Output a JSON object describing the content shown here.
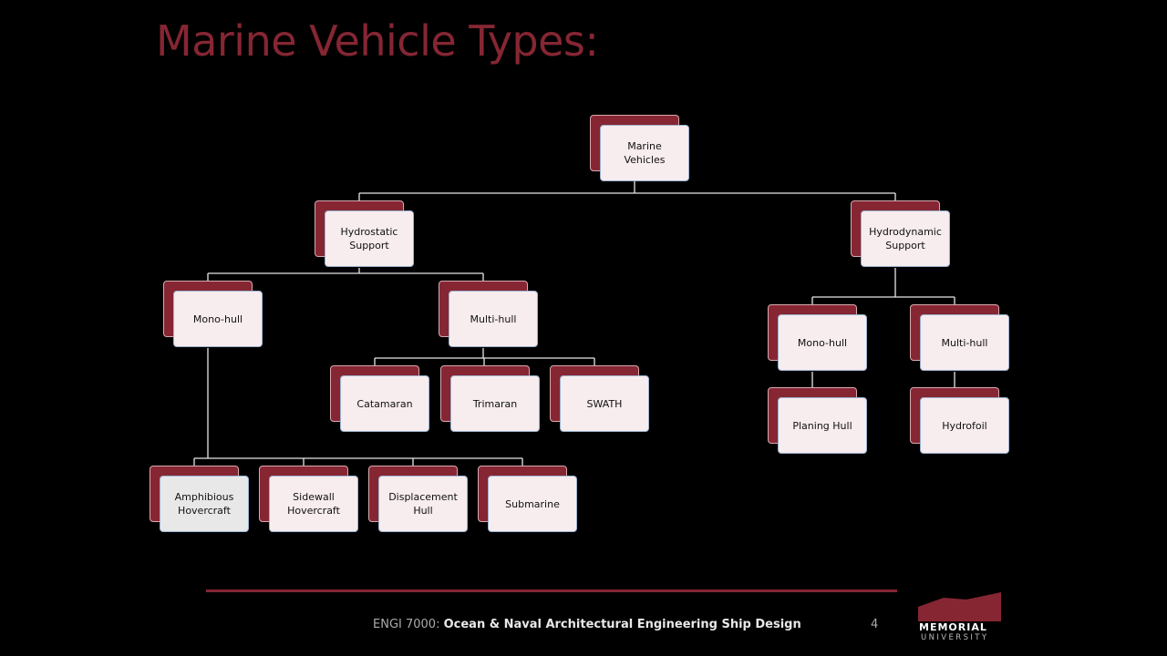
{
  "slide": {
    "title": "Marine Vehicle Types:",
    "footer": {
      "course_code": "ENGI 7000:",
      "course_name": "Ocean & Naval Architectural Engineering Ship Design",
      "page_number": "4"
    },
    "logo": {
      "name": "MEMORIAL",
      "sub": "UNIVERSITY",
      "color": "#862633"
    }
  },
  "diagram": {
    "accent_color": "#862633",
    "nodes": {
      "root": "Marine\nVehicles",
      "hydrostatic": "Hydrostatic\nSupport",
      "hydrodynamic": "Hydrodynamic\nSupport",
      "hs_mono": "Mono-hull",
      "hs_multi": "Multi-hull",
      "catamaran": "Catamaran",
      "trimaran": "Trimaran",
      "swath": "SWATH",
      "amphibious": "Amphibious\nHovercraft",
      "sidewall": "Sidewall\nHovercraft",
      "displacement": "Displacement\nHull",
      "submarine": "Submarine",
      "hd_mono": "Mono-hull",
      "hd_multi": "Multi-hull",
      "planing": "Planing Hull",
      "hydrofoil": "Hydrofoil"
    }
  }
}
